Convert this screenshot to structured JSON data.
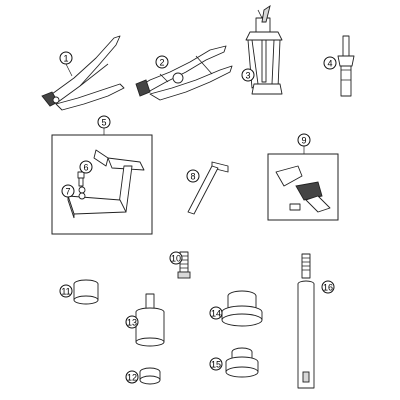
{
  "callouts": {
    "c1": "1",
    "c2": "2",
    "c3": "3",
    "c4": "4",
    "c5": "5",
    "c6": "6",
    "c7": "7",
    "c8": "8",
    "c9": "9",
    "c10": "10",
    "c11": "11",
    "c12": "12",
    "c13": "13",
    "c14": "14",
    "c15": "15",
    "c16": "16"
  },
  "icons": {
    "part1": "pliers-icon",
    "part2": "locking-pliers-icon",
    "part3": "puller-icon",
    "part4": "pin-tool-icon",
    "part5": "holding-fixture-icon",
    "part8": "angled-rod-icon",
    "part9": "clamp-tool-icon",
    "part10": "bolt-icon",
    "part11": "sleeve-icon",
    "part12": "ring-icon",
    "part13": "drift-icon",
    "part14": "cup-tool-icon",
    "part15": "nut-socket-icon",
    "part16": "long-shaft-icon"
  }
}
